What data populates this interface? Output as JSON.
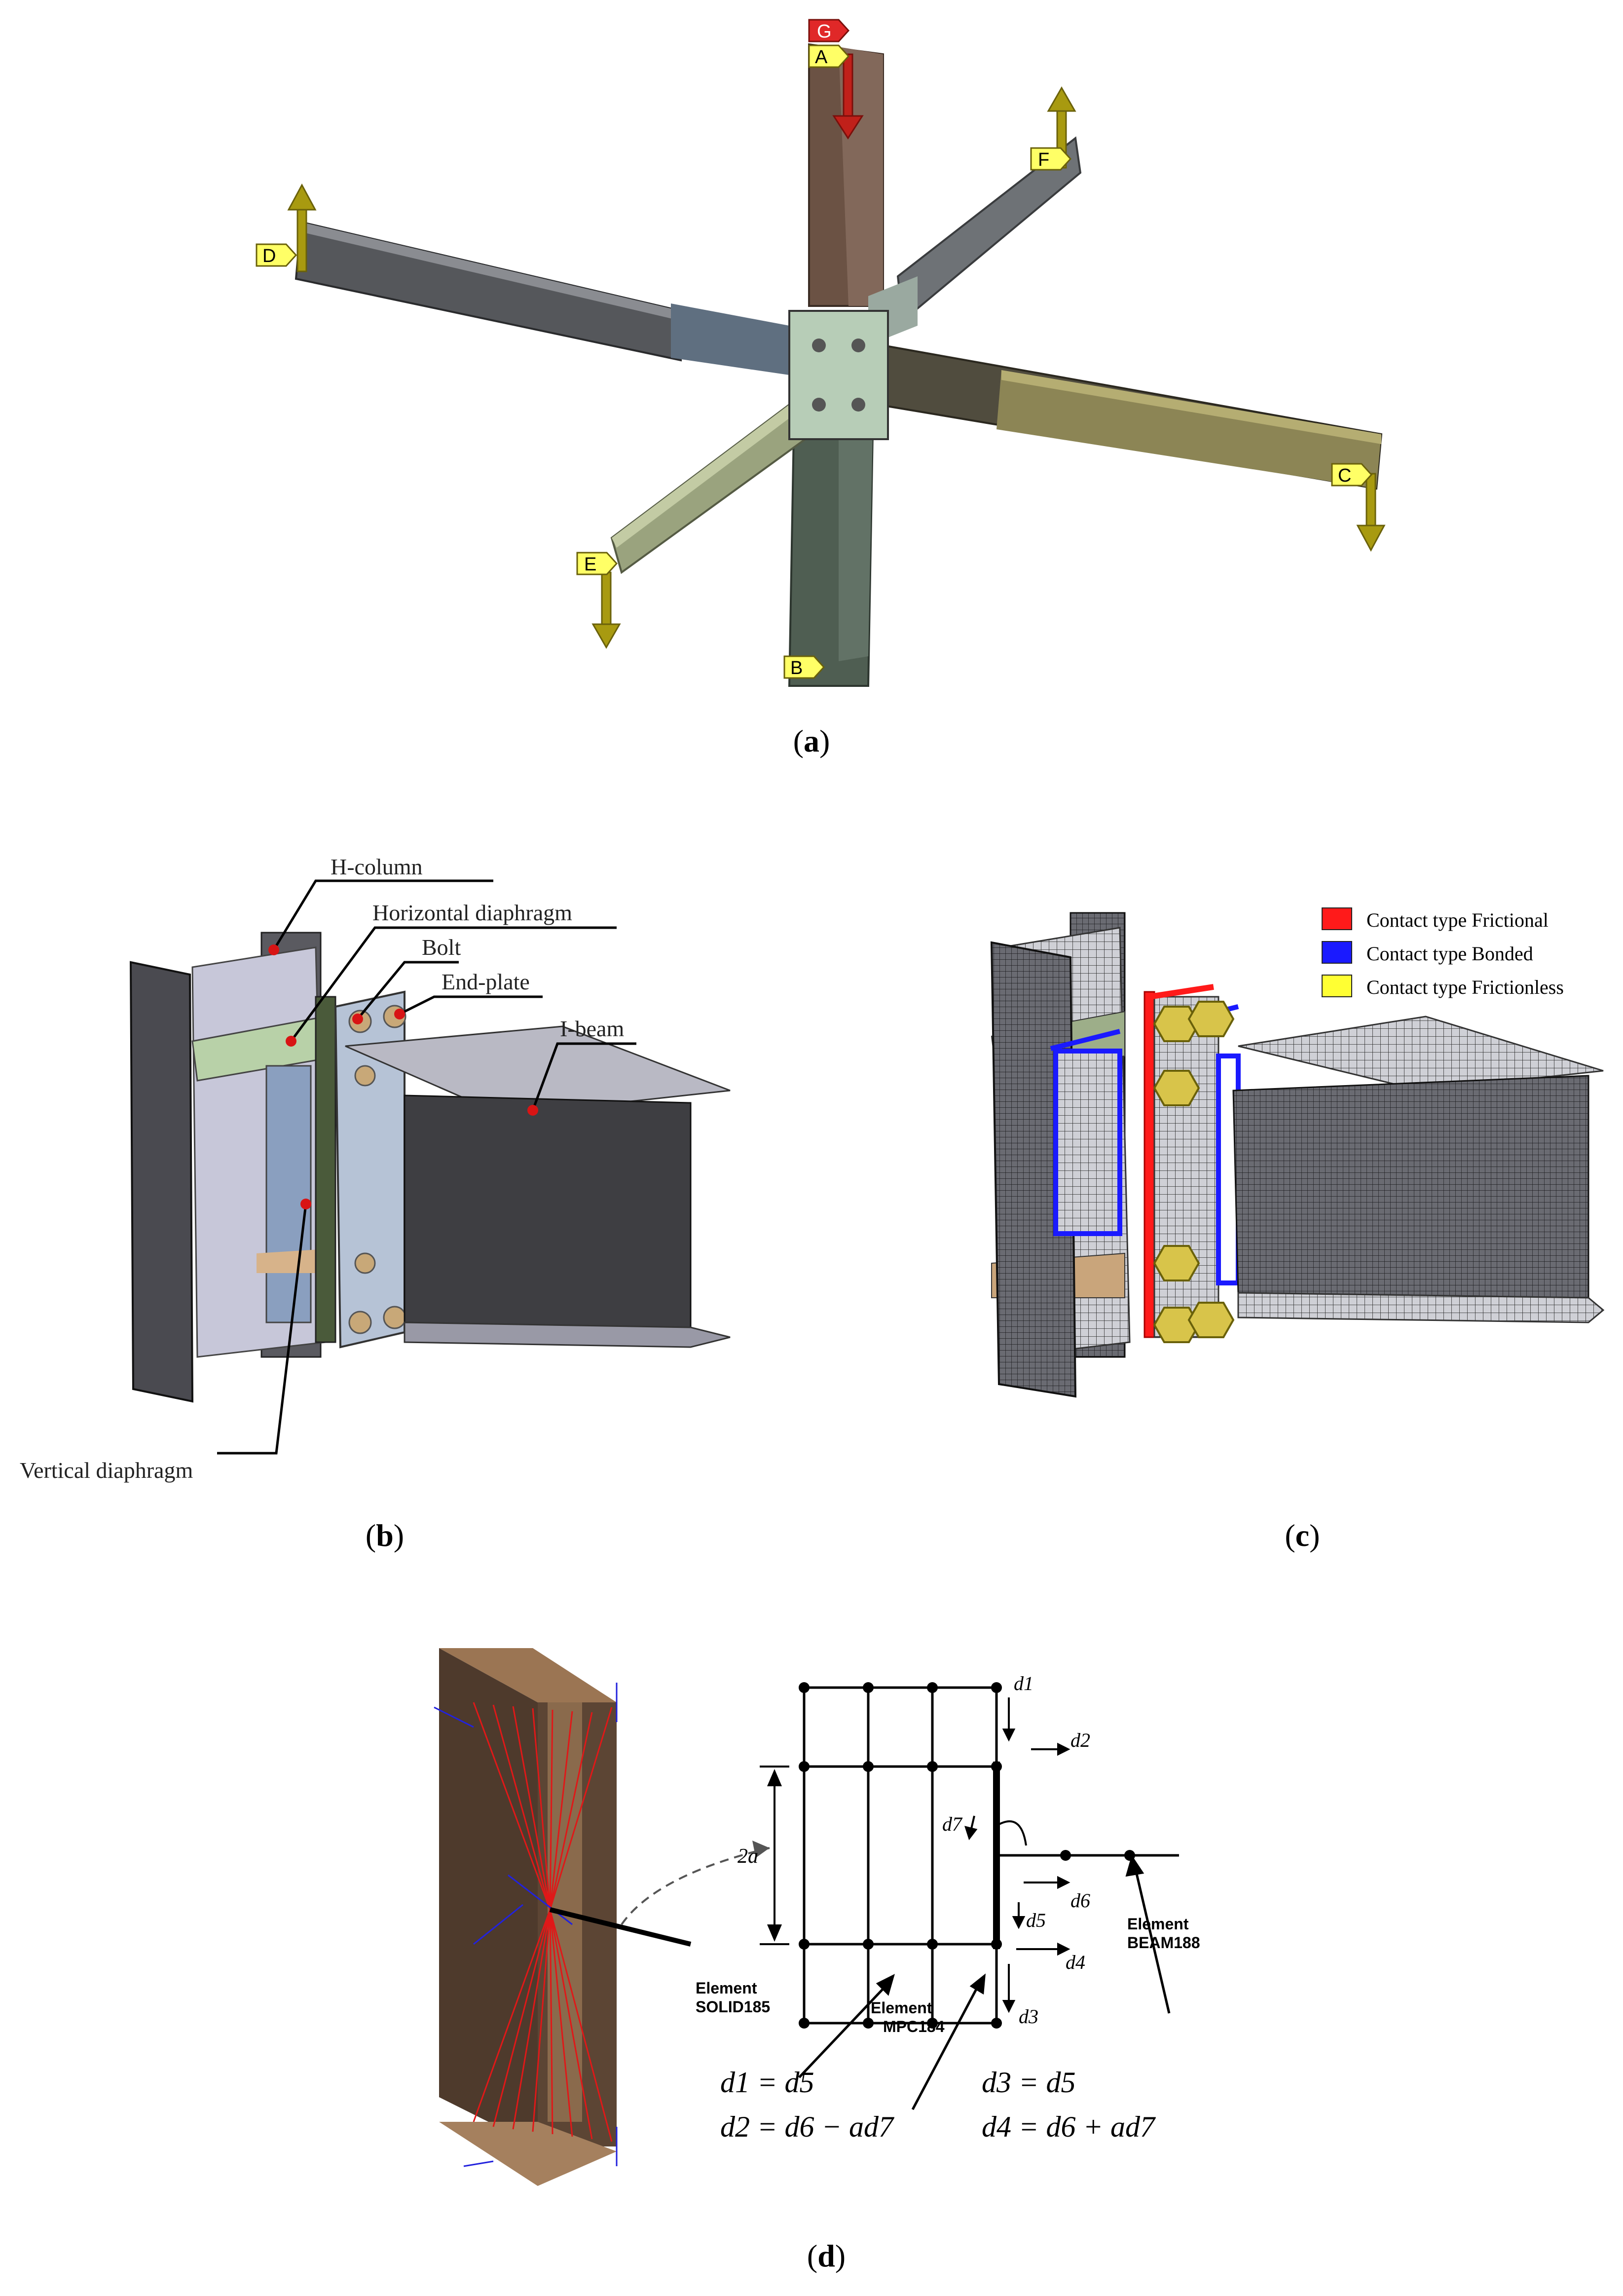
{
  "panel_a": {
    "point_labels": [
      "G",
      "A",
      "F",
      "D",
      "C",
      "E",
      "B"
    ],
    "caption": "a"
  },
  "panel_b": {
    "callouts": {
      "h_column": "H-column",
      "horizontal_diaphragm": "Horizontal diaphragm",
      "bolt": "Bolt",
      "end_plate": "End-plate",
      "i_beam": "I-beam",
      "vertical_diaphragm": "Vertical diaphragm"
    },
    "caption": "b"
  },
  "panel_c": {
    "legend": [
      {
        "label": "Contact type Frictional",
        "color": "#ff1a1a"
      },
      {
        "label": "Contact type Bonded",
        "color": "#1a1aff"
      },
      {
        "label": "Contact type Frictionless",
        "color": "#ffff33"
      }
    ],
    "caption": "c"
  },
  "panel_d": {
    "dim_label": "2a",
    "d_labels": {
      "d1": "d1",
      "d2": "d2",
      "d3": "d3",
      "d4": "d4",
      "d5": "d5",
      "d6": "d6",
      "d7": "d7"
    },
    "element_labels": {
      "solid_1": "Element",
      "solid_2": "SOLID185",
      "mpc_1": "Element",
      "mpc_2": "MPC184",
      "beam_1": "Element",
      "beam_2": "BEAM188"
    },
    "equations": [
      "d1 = d5",
      "d3 = d5",
      "d2 = d6 − ad7",
      "d4 = d6 + ad7"
    ],
    "caption": "d"
  },
  "colors": {
    "frictional": "#ff1a1a",
    "bonded": "#1a1aff",
    "frictionless": "#ffff33",
    "load_arrow": "#a89a10",
    "label_tag": "#ffff66"
  }
}
